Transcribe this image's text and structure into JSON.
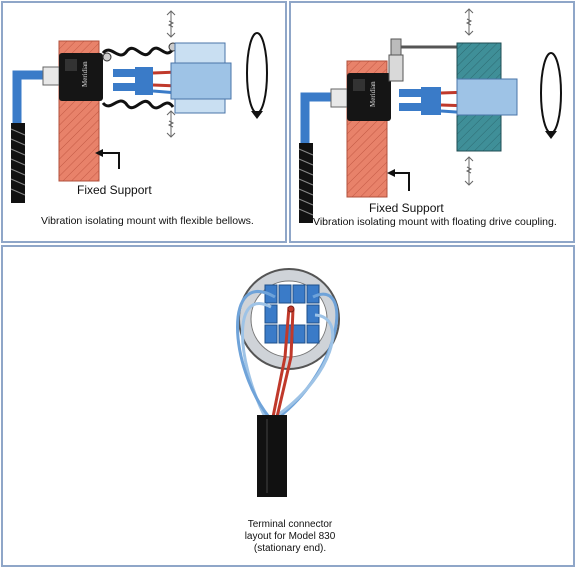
{
  "panel_a": {
    "support_label": "Fixed Support",
    "caption": "Vibration isolating mount with flexible bellows.",
    "brand_text": "Meridian"
  },
  "panel_b": {
    "support_label": "Fixed Support",
    "caption": "Vibration isolating mount with floating drive coupling.",
    "brand_text": "Meridian"
  },
  "panel_c": {
    "caption_lines": [
      "Terminal connector",
      "layout for Model 830",
      "(stationary end)."
    ]
  },
  "colors": {
    "support_fill": "#e8826a",
    "cable_blue": "#3a7bc8",
    "housing_blue": "#9ec3e6",
    "coupling_teal": "#3f8f98",
    "border": "#8fa6c8"
  }
}
